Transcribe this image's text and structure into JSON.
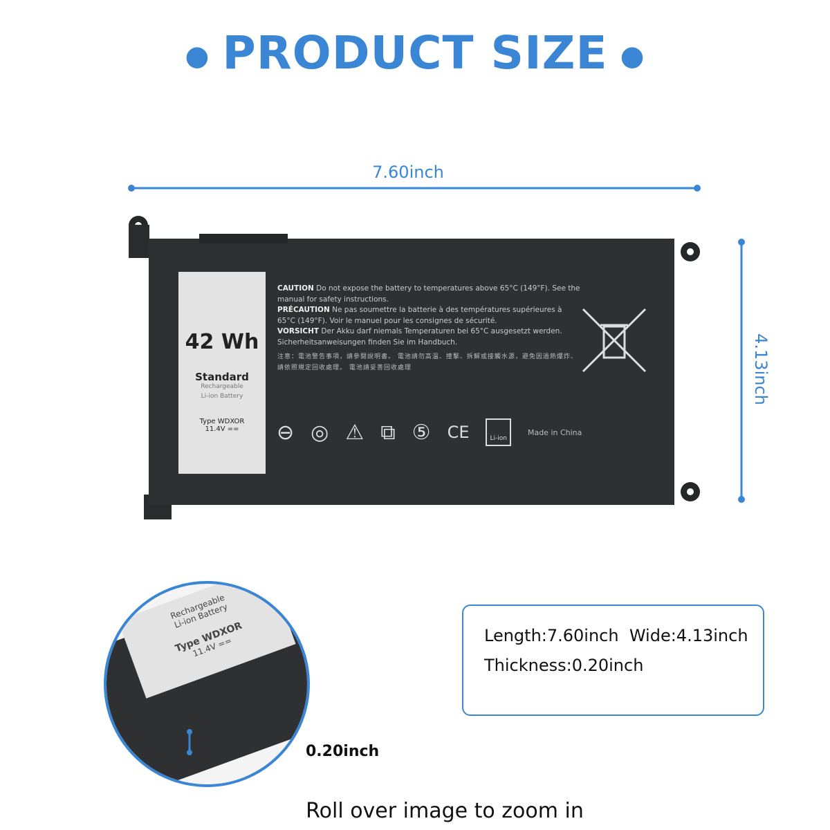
{
  "title": "PRODUCT SIZE",
  "dimensions": {
    "length_label": "7.60inch",
    "height_label": "4.13inch",
    "thickness_label": "0.20inch"
  },
  "battery": {
    "capacity": "42 Wh",
    "standard": "Standard",
    "recharge": "Rechargeable",
    "type_line": "Li-ion Battery",
    "model": "Type WDXOR",
    "voltage": "11.4V ==",
    "caution_head": "CAUTION",
    "caution": "Do not expose the battery to temperatures above 65°C (149°F). See the manual for safety instructions.",
    "precaution_head": "PRÉCAUTION",
    "precaution": "Ne pas soumettre la batterie à des températures supérieures à 65°C (149°F). Voir le manuel pour les consignes de sécurité.",
    "vorsicht_head": "VORSICHT",
    "vorsicht": "Der Akku darf niemals Temperaturen bei 65°C ausgesetzt werden. Sicherheitsanweisungen finden Sie im Handbuch.",
    "chinese": "注意：電池警告事項，請參閱說明書。 電池請勿高溫、撞擊、拆解或接觸水源，避免因過熱爆炸、請依照規定回收處理。 電池請妥善回收處理",
    "made_in": "Made in China",
    "recycle_label": "Li-ion"
  },
  "closeup": {
    "recharge": "Rechargeable",
    "type_line": "Li-ion Battery",
    "model": "Type WDXOR",
    "voltage": "11.4V =="
  },
  "spec_box": {
    "line1": "Length:7.60inch  Wide:4.13inch",
    "line2": "Thickness:0.20inch"
  },
  "caption": "Roll over image to zoom in",
  "colors": {
    "accent": "#3a86d4",
    "battery": "#2f3032"
  }
}
